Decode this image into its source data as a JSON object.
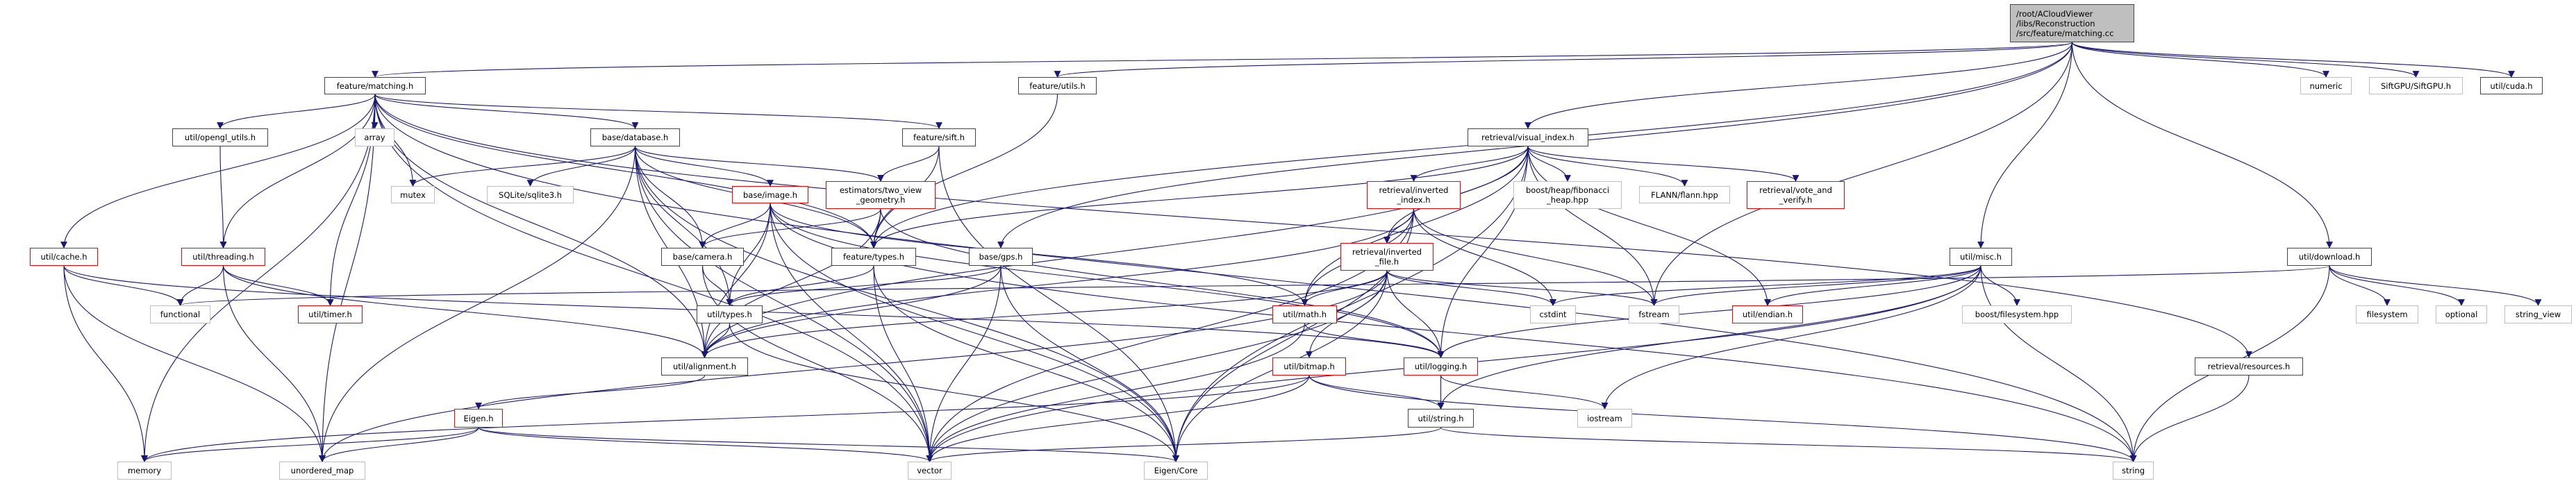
{
  "colors": {
    "edge": "#191970",
    "red_border": "#ff0000",
    "gray_border": "#bfbfbf",
    "main_fill": "#bfbfbf"
  },
  "nodes": [
    {
      "id": "main",
      "label": "/root/ACloudViewer\n/libs/Reconstruction\n/src/feature/matching.cc",
      "kind": "main"
    },
    {
      "id": "matching",
      "label": "feature/matching.h",
      "kind": "normal"
    },
    {
      "id": "utils",
      "label": "feature/utils.h",
      "kind": "normal"
    },
    {
      "id": "numeric",
      "label": "numeric",
      "kind": "gray"
    },
    {
      "id": "siftgpu",
      "label": "SiftGPU/SiftGPU.h",
      "kind": "gray"
    },
    {
      "id": "cuda",
      "label": "util/cuda.h",
      "kind": "normal"
    },
    {
      "id": "opengl",
      "label": "util/opengl_utils.h",
      "kind": "normal"
    },
    {
      "id": "array",
      "label": "array",
      "kind": "gray"
    },
    {
      "id": "database",
      "label": "base/database.h",
      "kind": "normal"
    },
    {
      "id": "sift",
      "label": "feature/sift.h",
      "kind": "normal"
    },
    {
      "id": "visual_index",
      "label": "retrieval/visual_index.h",
      "kind": "normal"
    },
    {
      "id": "mutex",
      "label": "mutex",
      "kind": "gray"
    },
    {
      "id": "sqlite",
      "label": "SQLite/sqlite3.h",
      "kind": "gray"
    },
    {
      "id": "image",
      "label": "base/image.h",
      "kind": "red"
    },
    {
      "id": "two_view",
      "label": "estimators/two_view\n_geometry.h",
      "kind": "red"
    },
    {
      "id": "inverted_index",
      "label": "retrieval/inverted\n_index.h",
      "kind": "red"
    },
    {
      "id": "fibonacci",
      "label": "boost/heap/fibonacci\n_heap.hpp",
      "kind": "gray"
    },
    {
      "id": "flann",
      "label": "FLANN/flann.hpp",
      "kind": "gray"
    },
    {
      "id": "vote_verify",
      "label": "retrieval/vote_and\n_verify.h",
      "kind": "red"
    },
    {
      "id": "inverted_file",
      "label": "retrieval/inverted\n_file.h",
      "kind": "red"
    },
    {
      "id": "cache",
      "label": "util/cache.h",
      "kind": "red"
    },
    {
      "id": "threading",
      "label": "util/threading.h",
      "kind": "red"
    },
    {
      "id": "camera",
      "label": "base/camera.h",
      "kind": "normal"
    },
    {
      "id": "feature_types",
      "label": "feature/types.h",
      "kind": "normal"
    },
    {
      "id": "gps",
      "label": "base/gps.h",
      "kind": "normal"
    },
    {
      "id": "misc",
      "label": "util/misc.h",
      "kind": "normal"
    },
    {
      "id": "download",
      "label": "util/download.h",
      "kind": "normal"
    },
    {
      "id": "functional",
      "label": "functional",
      "kind": "gray"
    },
    {
      "id": "timer",
      "label": "util/timer.h",
      "kind": "red"
    },
    {
      "id": "util_types",
      "label": "util/types.h",
      "kind": "normal"
    },
    {
      "id": "math",
      "label": "util/math.h",
      "kind": "red"
    },
    {
      "id": "cstdint",
      "label": "cstdint",
      "kind": "gray"
    },
    {
      "id": "fstream",
      "label": "fstream",
      "kind": "gray"
    },
    {
      "id": "endian",
      "label": "util/endian.h",
      "kind": "red"
    },
    {
      "id": "boost_fs",
      "label": "boost/filesystem.hpp",
      "kind": "gray"
    },
    {
      "id": "filesystem",
      "label": "filesystem",
      "kind": "gray"
    },
    {
      "id": "optional",
      "label": "optional",
      "kind": "gray"
    },
    {
      "id": "string_view",
      "label": "string_view",
      "kind": "gray"
    },
    {
      "id": "alignment",
      "label": "util/alignment.h",
      "kind": "normal"
    },
    {
      "id": "bitmap",
      "label": "util/bitmap.h",
      "kind": "red"
    },
    {
      "id": "logging",
      "label": "util/logging.h",
      "kind": "red"
    },
    {
      "id": "resources",
      "label": "retrieval/resources.h",
      "kind": "normal"
    },
    {
      "id": "eigen_h",
      "label": "Eigen.h",
      "kind": "red"
    },
    {
      "id": "string_h",
      "label": "util/string.h",
      "kind": "normal"
    },
    {
      "id": "iostream",
      "label": "iostream",
      "kind": "gray"
    },
    {
      "id": "memory",
      "label": "memory",
      "kind": "gray"
    },
    {
      "id": "unordered_map",
      "label": "unordered_map",
      "kind": "gray"
    },
    {
      "id": "vector",
      "label": "vector",
      "kind": "gray"
    },
    {
      "id": "eigen_core",
      "label": "Eigen/Core",
      "kind": "gray"
    },
    {
      "id": "string",
      "label": "string",
      "kind": "gray"
    }
  ],
  "edges": [
    [
      "main",
      "matching"
    ],
    [
      "main",
      "utils"
    ],
    [
      "main",
      "visual_index"
    ],
    [
      "main",
      "gps"
    ],
    [
      "main",
      "misc"
    ],
    [
      "main",
      "download"
    ],
    [
      "main",
      "numeric"
    ],
    [
      "main",
      "siftgpu"
    ],
    [
      "main",
      "cuda"
    ],
    [
      "main",
      "fstream"
    ],
    [
      "main",
      "feature_types"
    ],
    [
      "matching",
      "opengl"
    ],
    [
      "matching",
      "array"
    ],
    [
      "matching",
      "database"
    ],
    [
      "matching",
      "mutex"
    ],
    [
      "matching",
      "cache"
    ],
    [
      "matching",
      "threading"
    ],
    [
      "matching",
      "timer"
    ],
    [
      "matching",
      "memory"
    ],
    [
      "matching",
      "unordered_map"
    ],
    [
      "matching",
      "vector"
    ],
    [
      "matching",
      "sift"
    ],
    [
      "matching",
      "alignment"
    ],
    [
      "matching",
      "string"
    ],
    [
      "matching",
      "resources"
    ],
    [
      "matching",
      "feature_types"
    ],
    [
      "opengl",
      "threading"
    ],
    [
      "database",
      "mutex"
    ],
    [
      "database",
      "sqlite"
    ],
    [
      "database",
      "image"
    ],
    [
      "database",
      "two_view"
    ],
    [
      "database",
      "camera"
    ],
    [
      "database",
      "feature_types"
    ],
    [
      "database",
      "util_types"
    ],
    [
      "database",
      "alignment"
    ],
    [
      "database",
      "unordered_map"
    ],
    [
      "database",
      "vector"
    ],
    [
      "database",
      "eigen_core"
    ],
    [
      "utils",
      "feature_types"
    ],
    [
      "sift",
      "two_view"
    ],
    [
      "sift",
      "feature_types"
    ],
    [
      "sift",
      "eigen_core"
    ],
    [
      "image",
      "camera"
    ],
    [
      "image",
      "util_types"
    ],
    [
      "image",
      "alignment"
    ],
    [
      "image",
      "vector"
    ],
    [
      "image",
      "math"
    ],
    [
      "image",
      "logging"
    ],
    [
      "image",
      "eigen_core"
    ],
    [
      "image",
      "string"
    ],
    [
      "two_view",
      "camera"
    ],
    [
      "two_view",
      "feature_types"
    ],
    [
      "two_view",
      "alignment"
    ],
    [
      "two_view",
      "logging"
    ],
    [
      "camera",
      "util_types"
    ],
    [
      "camera",
      "vector"
    ],
    [
      "feature_types",
      "util_types"
    ],
    [
      "feature_types",
      "vector"
    ],
    [
      "feature_types",
      "eigen_core"
    ],
    [
      "gps",
      "alignment"
    ],
    [
      "gps",
      "vector"
    ],
    [
      "gps",
      "eigen_core"
    ],
    [
      "gps",
      "util_types"
    ],
    [
      "util_types",
      "alignment"
    ],
    [
      "util_types",
      "eigen_core"
    ],
    [
      "alignment",
      "eigen_h"
    ],
    [
      "eigen_h",
      "memory"
    ],
    [
      "eigen_h",
      "unordered_map"
    ],
    [
      "eigen_h",
      "vector"
    ],
    [
      "eigen_h",
      "eigen_core"
    ],
    [
      "cache",
      "functional"
    ],
    [
      "cache",
      "memory"
    ],
    [
      "cache",
      "unordered_map"
    ],
    [
      "cache",
      "logging"
    ],
    [
      "threading",
      "functional"
    ],
    [
      "threading",
      "timer"
    ],
    [
      "threading",
      "unordered_map"
    ],
    [
      "threading",
      "alignment"
    ],
    [
      "visual_index",
      "inverted_index"
    ],
    [
      "visual_index",
      "fibonacci"
    ],
    [
      "visual_index",
      "flann"
    ],
    [
      "visual_index",
      "vote_verify"
    ],
    [
      "visual_index",
      "inverted_file"
    ],
    [
      "visual_index",
      "math"
    ],
    [
      "visual_index",
      "logging"
    ],
    [
      "visual_index",
      "feature_types"
    ],
    [
      "visual_index",
      "alignment"
    ],
    [
      "visual_index",
      "fstream"
    ],
    [
      "visual_index",
      "eigen_core"
    ],
    [
      "visual_index",
      "endian"
    ],
    [
      "inverted_index",
      "inverted_file"
    ],
    [
      "inverted_index",
      "math"
    ],
    [
      "inverted_index",
      "cstdint"
    ],
    [
      "inverted_index",
      "fstream"
    ],
    [
      "inverted_index",
      "vector"
    ],
    [
      "inverted_index",
      "eigen_core"
    ],
    [
      "inverted_index",
      "alignment"
    ],
    [
      "inverted_file",
      "math"
    ],
    [
      "inverted_file",
      "logging"
    ],
    [
      "inverted_file",
      "cstdint"
    ],
    [
      "inverted_file",
      "fstream"
    ],
    [
      "inverted_file",
      "vector"
    ],
    [
      "inverted_file",
      "eigen_core"
    ],
    [
      "inverted_file",
      "alignment"
    ],
    [
      "inverted_file",
      "unordered_map"
    ],
    [
      "inverted_file",
      "bitmap"
    ],
    [
      "math",
      "logging"
    ],
    [
      "math",
      "vector"
    ],
    [
      "bitmap",
      "string_h"
    ],
    [
      "bitmap",
      "vector"
    ],
    [
      "bitmap",
      "memory"
    ],
    [
      "bitmap",
      "string"
    ],
    [
      "logging",
      "string_h"
    ],
    [
      "logging",
      "iostream"
    ],
    [
      "string_h",
      "vector"
    ],
    [
      "string_h",
      "string"
    ],
    [
      "misc",
      "boost_fs"
    ],
    [
      "misc",
      "string"
    ],
    [
      "misc",
      "endian"
    ],
    [
      "misc",
      "fstream"
    ],
    [
      "misc",
      "logging"
    ],
    [
      "misc",
      "string_h"
    ],
    [
      "misc",
      "iostream"
    ],
    [
      "misc",
      "vector"
    ],
    [
      "misc",
      "cstdint"
    ],
    [
      "download",
      "filesystem"
    ],
    [
      "download",
      "optional"
    ],
    [
      "download",
      "string_view"
    ],
    [
      "download",
      "string"
    ],
    [
      "download",
      "functional"
    ],
    [
      "resources",
      "string"
    ]
  ]
}
